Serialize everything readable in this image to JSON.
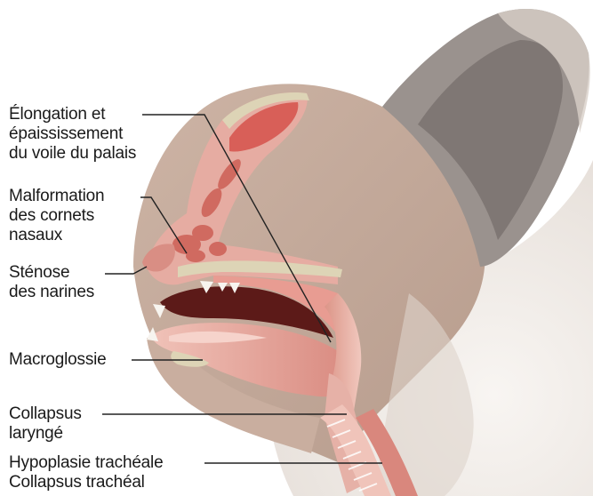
{
  "labels": {
    "soft_palate": [
      "Élongation et",
      "épaississement",
      "du voile du palais"
    ],
    "nasal_turbinates": [
      "Malformation",
      "des cornets",
      "nasaux"
    ],
    "nostrils": [
      "Sténose",
      "des narines"
    ],
    "tongue": [
      "Macroglossie"
    ],
    "larynx": [
      "Collapsus",
      "laryngé"
    ],
    "trachea": [
      "Hypoplasie trachéale",
      "Collapsus trachéal"
    ]
  },
  "colors": {
    "fur_tan": "#c4a99b",
    "fur_white": "#f4f0ec",
    "ear_dark": "#8c8582",
    "tissue_pink": "#e3a096",
    "tissue_deep": "#c4675d",
    "mouth_dark": "#5c1a18",
    "bone": "#ddd4b6",
    "leader_line": "#222222"
  }
}
